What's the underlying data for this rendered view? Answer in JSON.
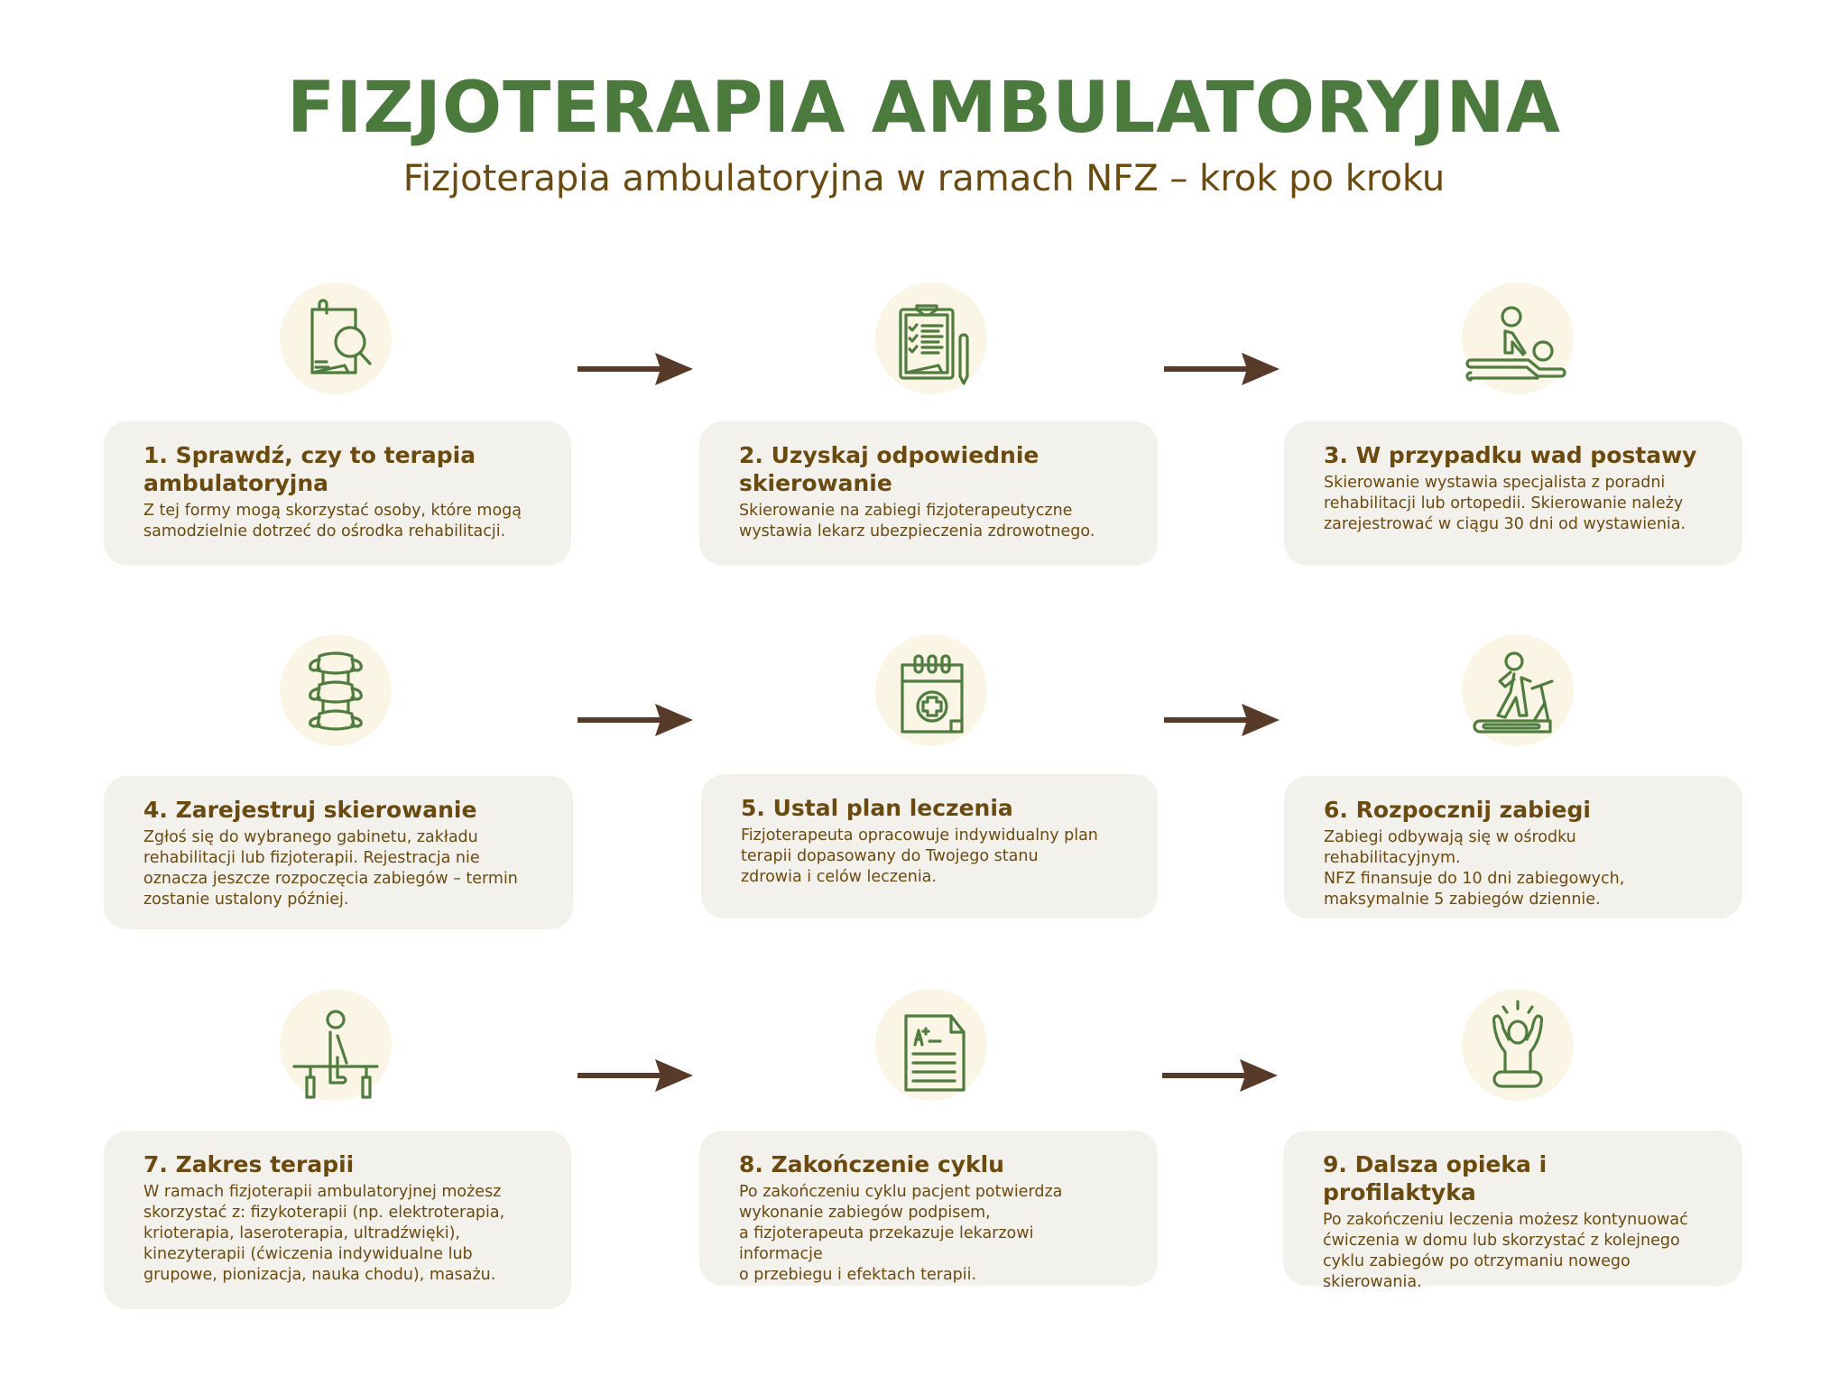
{
  "header": {
    "title": "FIZJOTERAPIA AMBULATORYJNA",
    "subtitle": "Fizjoterapia ambulatoryjna w ramach NFZ – krok po kroku"
  },
  "colors": {
    "title_green": "#4a7a3c",
    "text_brown": "#6b4a0e",
    "arrow_brown": "#573a28",
    "card_bg": "#f3f1ec",
    "icon_circle": "#faf5e4",
    "icon_stroke": "#4e7d3e"
  },
  "steps": [
    {
      "title": "1. Sprawdź, czy to terapia ambulatoryjna",
      "body": " Z tej formy mogą skorzystać osoby, które mogą\nsamodzielnie dotrzeć do ośrodka rehabilitacji.",
      "icon": "document-search-icon"
    },
    {
      "title": "2. Uzyskaj odpowiednie skierowanie",
      "body": "Skierowanie na zabiegi fizjoterapeutyczne\nwystawia lekarz ubezpieczenia zdrowotnego.",
      "icon": "clipboard-checklist-icon"
    },
    {
      "title": "3. W przypadku wad postawy",
      "body": "Skierowanie wystawia specjalista z poradni\nrehabilitacji lub ortopedii. Skierowanie należy\nzarejestrować w ciągu 30 dni od wystawienia.",
      "icon": "massage-therapy-icon"
    },
    {
      "title": "4. Zarejestruj skierowanie",
      "body": "Zgłoś się do wybranego gabinetu, zakładu\nrehabilitacji lub fizjoterapii. Rejestracja nie\noznacza jeszcze rozpoczęcia zabiegów – termin\nzostanie ustalony później.",
      "icon": "spine-icon"
    },
    {
      "title": "5. Ustal plan leczenia",
      "body": "Fizjoterapeuta opracowuje indywidualny plan\nterapii dopasowany do Twojego stanu\nzdrowia i celów leczenia.",
      "icon": "medical-calendar-icon"
    },
    {
      "title": "6. Rozpocznij zabiegi",
      "body": "Zabiegi odbywają się w ośrodku rehabilitacyjnym.\nNFZ finansuje do 10 dni zabiegowych,\nmaksymalnie 5 zabiegów dziennie.",
      "icon": "treadmill-icon"
    },
    {
      "title": "7. Zakres terapii",
      "body": "W ramach fizjoterapii ambulatoryjnej możesz\nskorzystać z: fizykoterapii (np. elektroterapia,\nkrioterapia, laseroterapia, ultradźwięki),\nkinezyterapii (ćwiczenia indywidualne lub\ngrupowe, pionizacja, nauka chodu), masażu.",
      "icon": "parallel-bars-walking-icon"
    },
    {
      "title": "8. Zakończenie cyklu",
      "body": "Po zakończeniu cyklu pacjent potwierdza\nwykonanie zabiegów podpisem,\na fizjoterapeuta przekazuje lekarzowi informacje\no przebiegu i efektach terapii.",
      "icon": "graded-document-icon"
    },
    {
      "title": "9. Dalsza opieka i profilaktyka",
      "body": "Po zakończeniu leczenia możesz kontynuować\nćwiczenia w domu lub skorzystać z kolejnego\ncyklu zabiegów po otrzymaniu nowego\nskierowania.",
      "icon": "celebrating-person-icon"
    }
  ]
}
